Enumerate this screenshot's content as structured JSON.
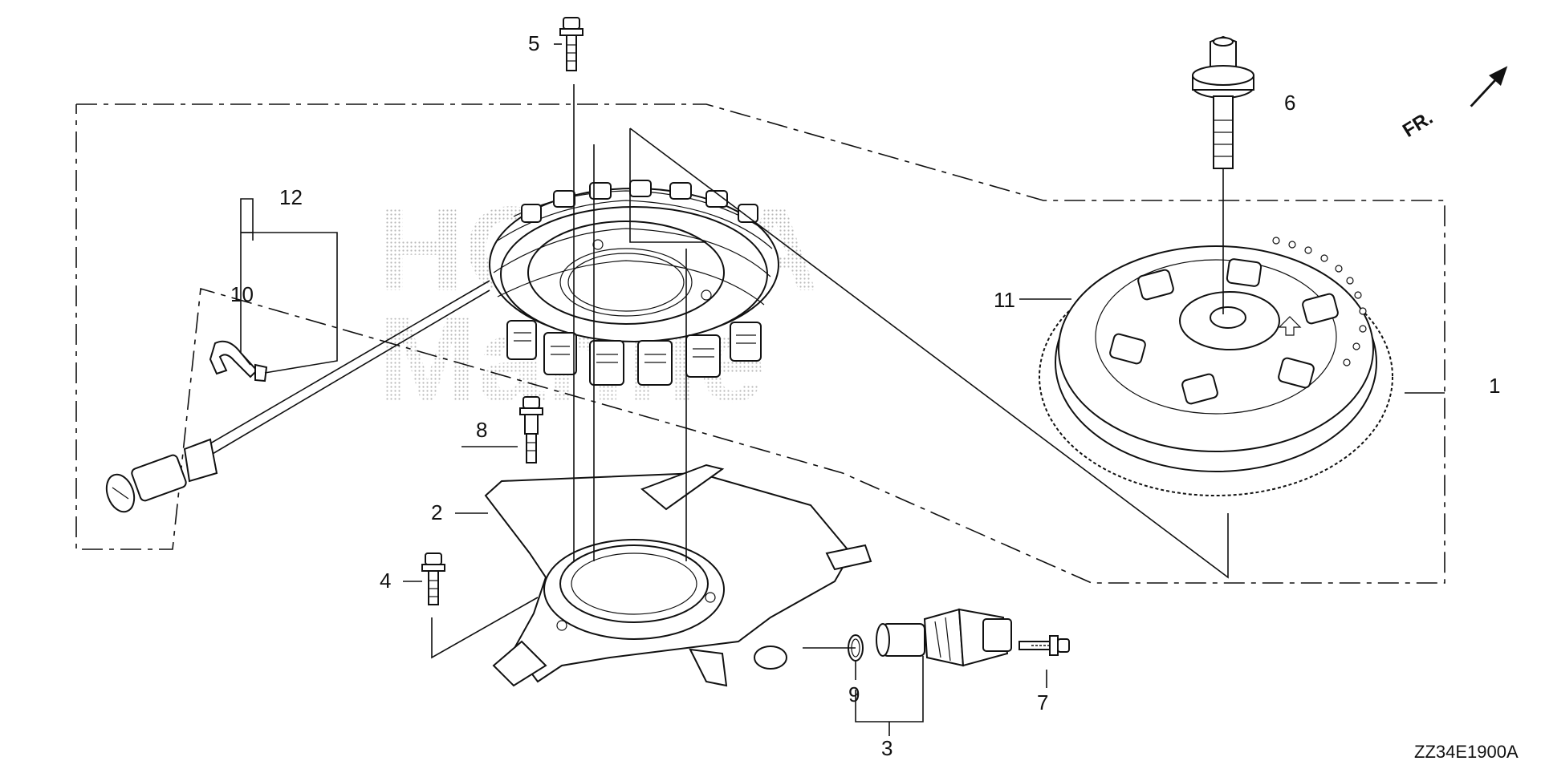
{
  "watermark": {
    "line1": "HONDA",
    "line2": "Marine"
  },
  "callouts": {
    "c1": "1",
    "c2": "2",
    "c3": "3",
    "c4": "4",
    "c5": "5",
    "c6": "6",
    "c7": "7",
    "c8": "8",
    "c9": "9",
    "c10": "10",
    "c11": "11",
    "c12": "12"
  },
  "direction_label": "FR.",
  "diagram_code": "ZZ34E1900A",
  "icons": {
    "fr_arrow": "arrow-icon"
  }
}
